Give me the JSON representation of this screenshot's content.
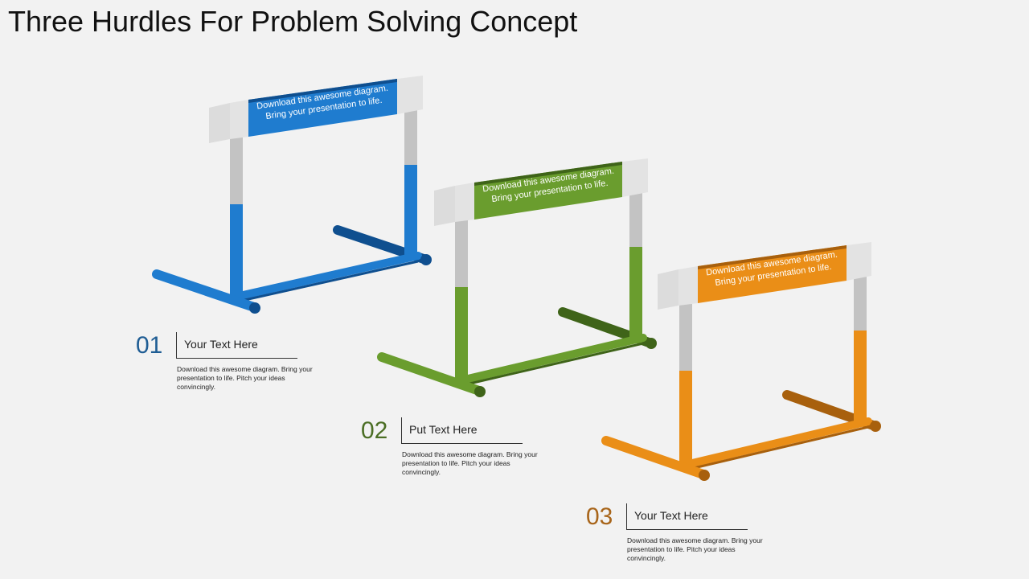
{
  "title": "Three Hurdles For Problem Solving Concept",
  "hurdles": [
    {
      "number": "01",
      "heading": "Your Text Here",
      "body": "Download this awesome diagram. Bring your presentation to life. Pitch your ideas convincingly.",
      "bar_line1": "Download this awesome diagram.",
      "bar_line2": "Bring your presentation to life.",
      "color": "#1f7ccf",
      "dark_color": "#0f4f8f",
      "number_color": "#1f5d94"
    },
    {
      "number": "02",
      "heading": "Put Text Here",
      "body": "Download this awesome diagram. Bring your presentation to life. Pitch your ideas convincingly.",
      "bar_line1": "Download this awesome diagram.",
      "bar_line2": "Bring your presentation to life.",
      "color": "#6a9d2e",
      "dark_color": "#3f6419",
      "number_color": "#4b6e24"
    },
    {
      "number": "03",
      "heading": "Your Text Here",
      "body": "Download this awesome diagram. Bring your presentation to life. Pitch your ideas convincingly.",
      "bar_line1": "Download this awesome diagram.",
      "bar_line2": "Bring your presentation to life.",
      "color": "#ea8e17",
      "dark_color": "#a8600d",
      "number_color": "#a8651a"
    }
  ]
}
